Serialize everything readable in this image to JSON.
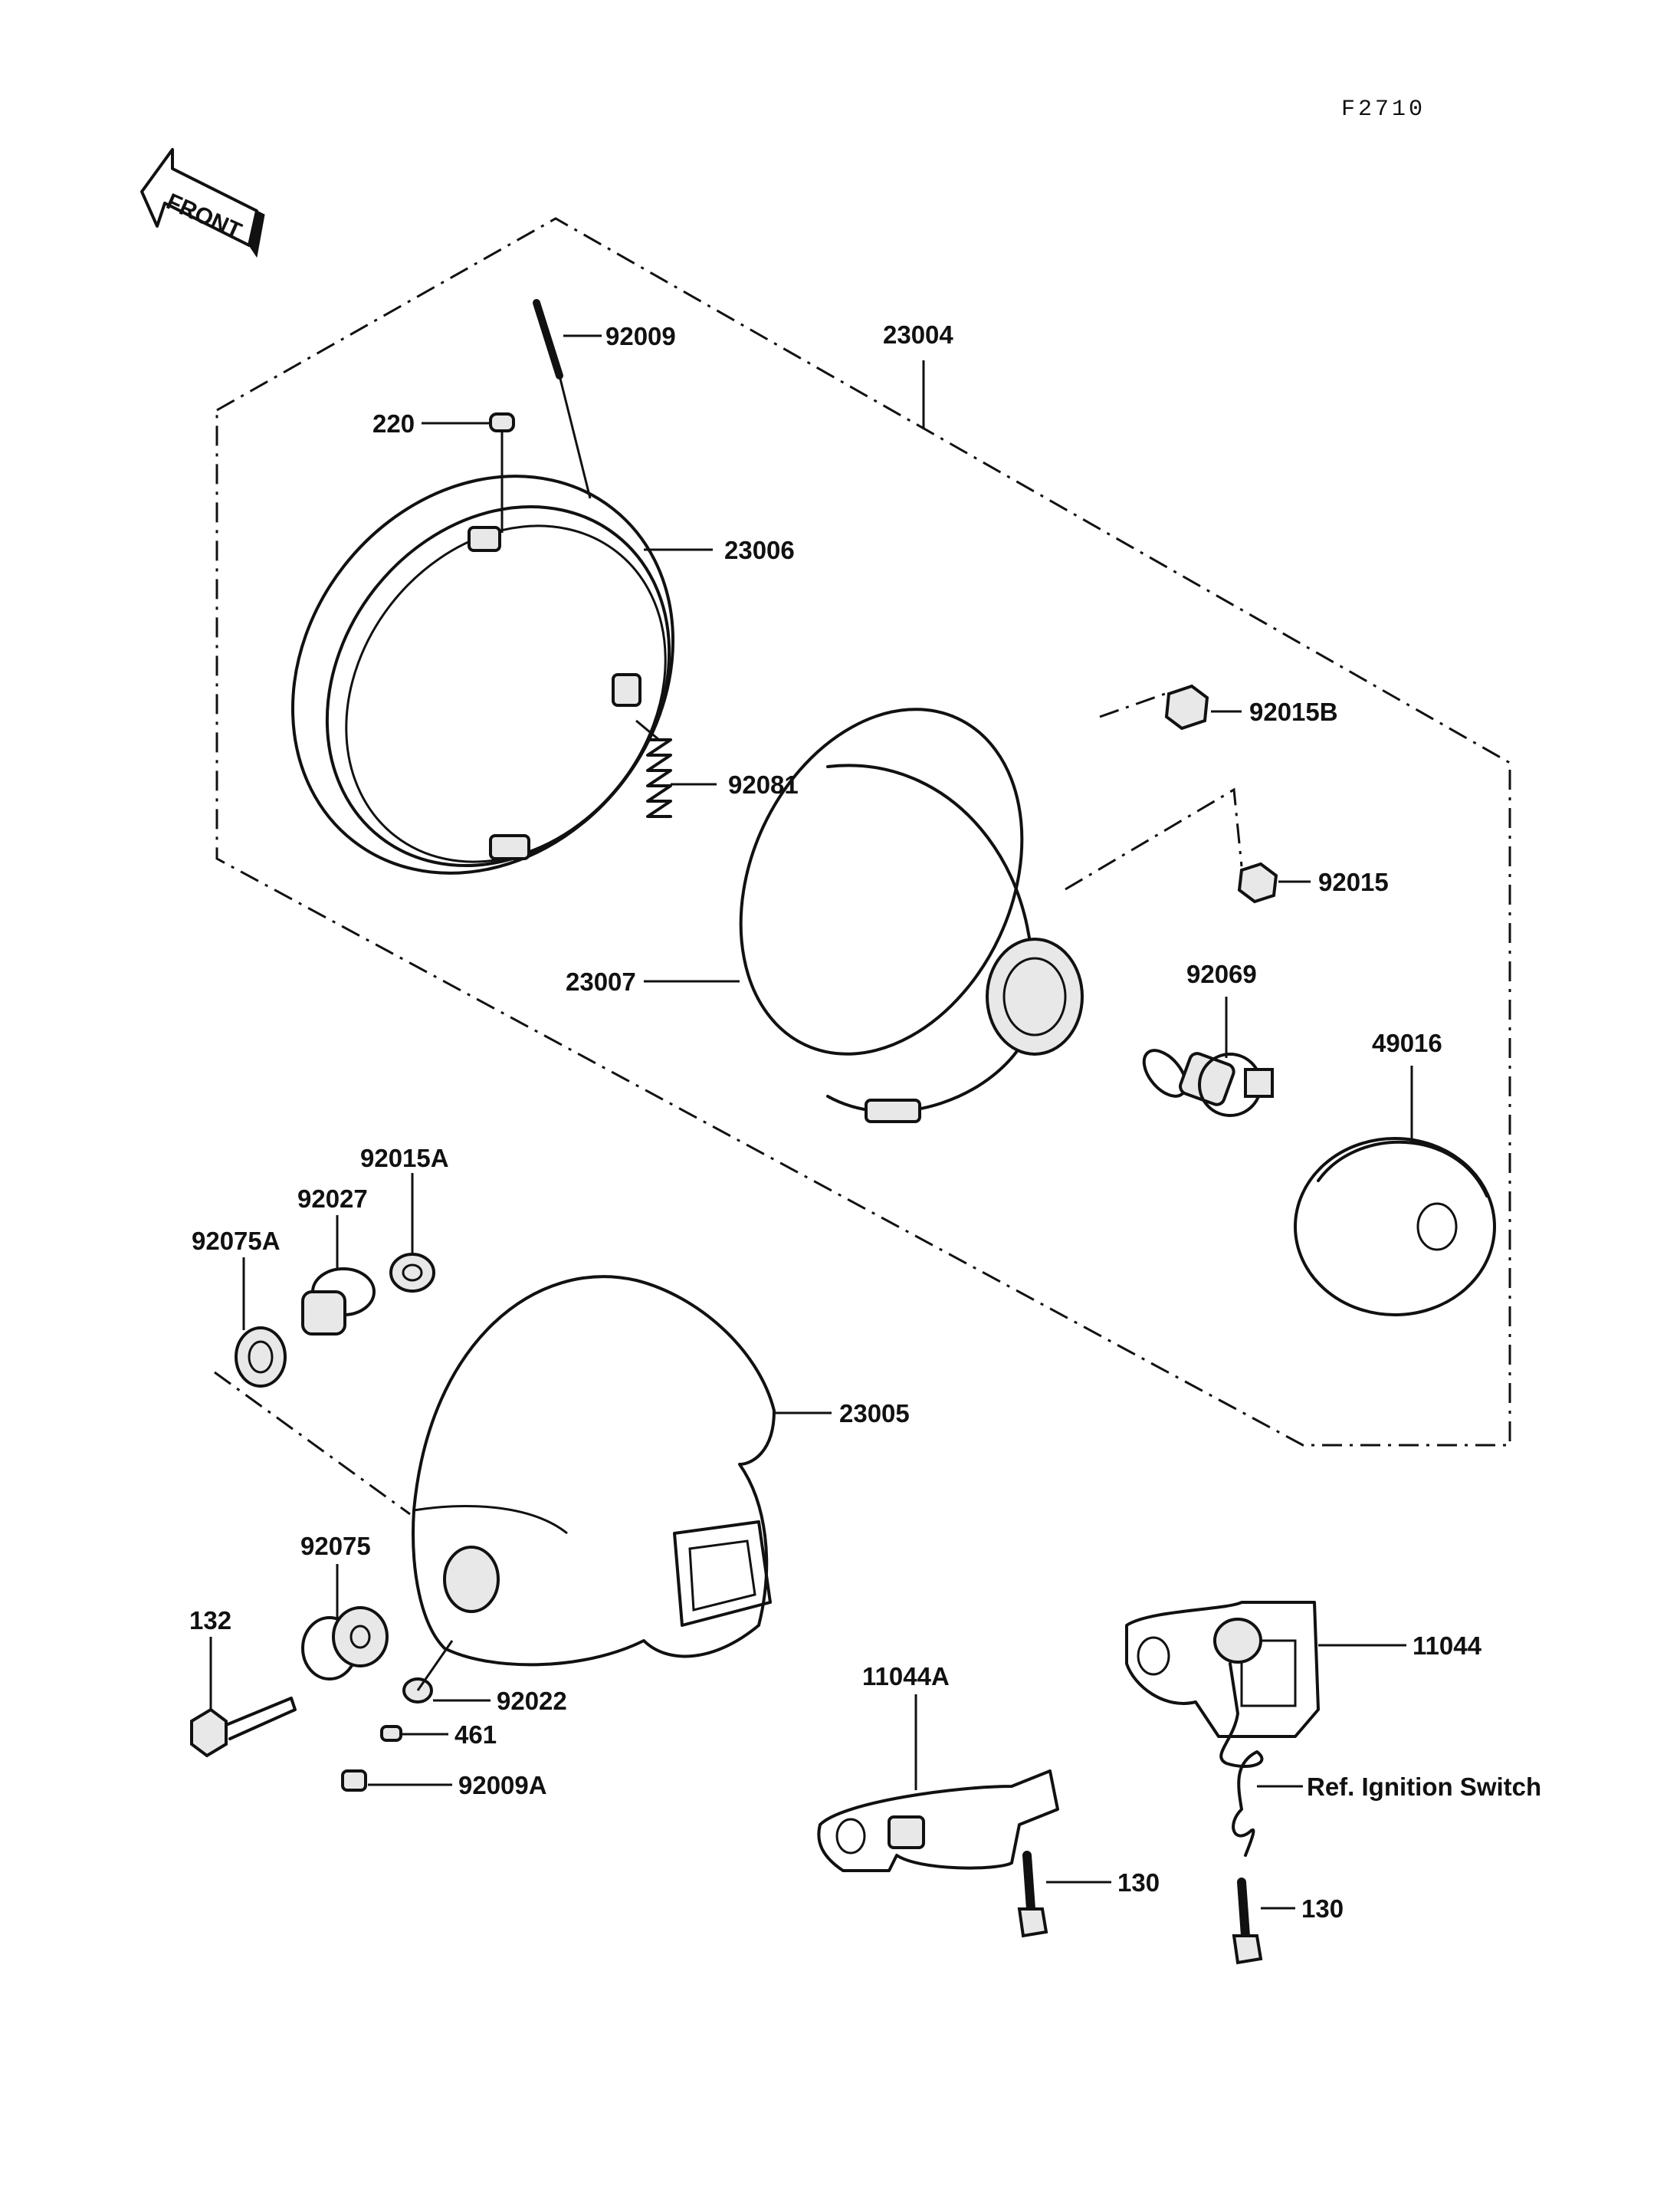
{
  "diagram_code": "F2710",
  "front_arrow_label": "FRONT",
  "callouts": {
    "p23004": "23004",
    "p92009": "92009",
    "p220": "220",
    "p23006": "23006",
    "p92081": "92081",
    "p92015B": "92015B",
    "p92015": "92015",
    "p23007": "23007",
    "p92069": "92069",
    "p49016": "49016",
    "p92015A": "92015A",
    "p92027": "92027",
    "p92075A": "92075A",
    "p23005": "23005",
    "p92075": "92075",
    "p132": "132",
    "p92022": "92022",
    "p461": "461",
    "p92009A": "92009A",
    "p11044A": "11044A",
    "p11044": "11044",
    "ref_ignition": "Ref. Ignition Switch",
    "p130a": "130",
    "p130b": "130"
  }
}
